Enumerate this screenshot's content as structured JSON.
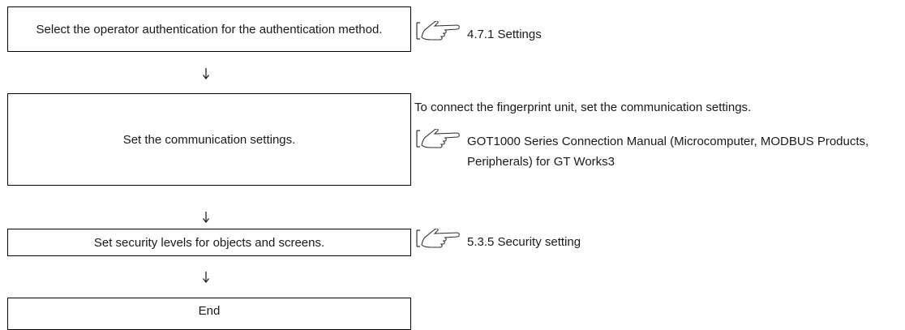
{
  "steps": [
    {
      "label": "Select the operator authentication for the authentication method."
    },
    {
      "label": "Set the communication settings."
    },
    {
      "label": "Set security levels for objects and screens."
    },
    {
      "label": "End"
    }
  ],
  "references": {
    "step1": "4.7.1 Settings",
    "step2_note": "To connect the fingerprint unit, set the communication settings.",
    "step2": "GOT1000 Series Connection Manual (Microcomputer, MODBUS Products, Peripherals) for GT Works3",
    "step3": "5.3.5 Security setting"
  },
  "icons": {
    "reference": "pointing-hand-icon",
    "flow": "down-arrow-icon"
  }
}
